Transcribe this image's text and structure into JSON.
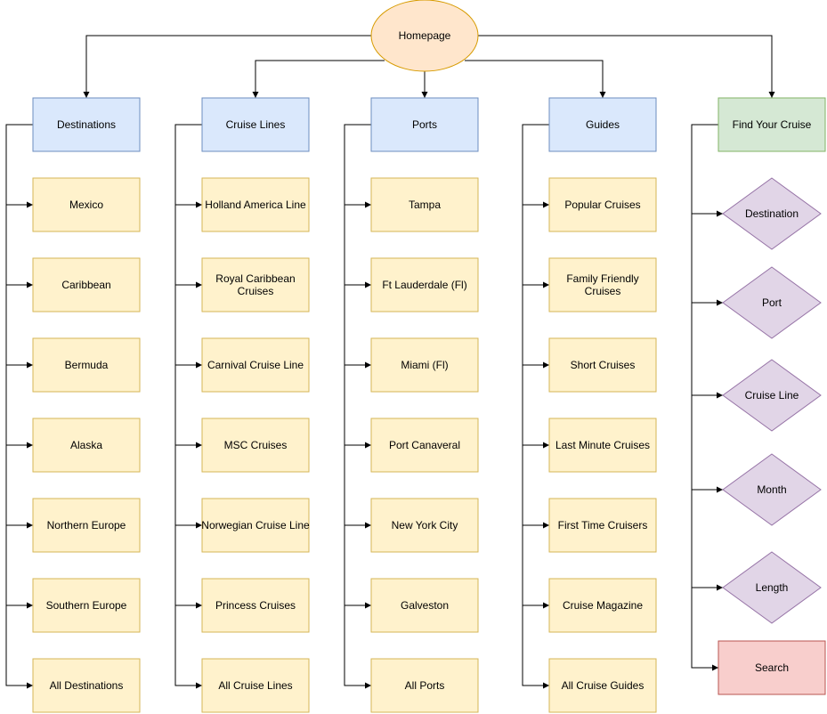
{
  "colors": {
    "root_fill": "#ffe6cc",
    "root_stroke": "#d79b00",
    "category_fill": "#dae8fc",
    "category_stroke": "#6c8ebf",
    "finder_fill": "#d5e8d4",
    "finder_stroke": "#82b366",
    "item_fill": "#fff2cc",
    "item_stroke": "#d6b656",
    "filter_fill": "#e1d5e7",
    "filter_stroke": "#9673a6",
    "search_fill": "#f8cecc",
    "search_stroke": "#b85450",
    "line": "#000000"
  },
  "root": {
    "label": "Homepage"
  },
  "columns": [
    {
      "id": "destinations",
      "header": "Destinations",
      "items": [
        "Mexico",
        "Caribbean",
        "Bermuda",
        "Alaska",
        "Northern Europe",
        "Southern Europe",
        "All Destinations"
      ]
    },
    {
      "id": "cruise-lines",
      "header": "Cruise Lines",
      "items": [
        "Holland America Line",
        "Royal Caribbean Cruises",
        "Carnival Cruise Line",
        "MSC Cruises",
        "Norwegian Cruise Line",
        "Princess Cruises",
        "All Cruise Lines"
      ]
    },
    {
      "id": "ports",
      "header": "Ports",
      "items": [
        "Tampa",
        "Ft Lauderdale (Fl)",
        "Miami (Fl)",
        "Port Canaveral",
        "New York City",
        "Galveston",
        "All Ports"
      ]
    },
    {
      "id": "guides",
      "header": "Guides",
      "items": [
        "Popular Cruises",
        "Family Friendly Cruises",
        "Short Cruises",
        "Last Minute Cruises",
        "First Time Cruisers",
        "Cruise Magazine",
        "All Cruise Guides"
      ]
    }
  ],
  "finder": {
    "header": "Find Your Cruise",
    "filters": [
      "Destination",
      "Port",
      "Cruise Line",
      "Month",
      "Length"
    ],
    "action": "Search"
  }
}
